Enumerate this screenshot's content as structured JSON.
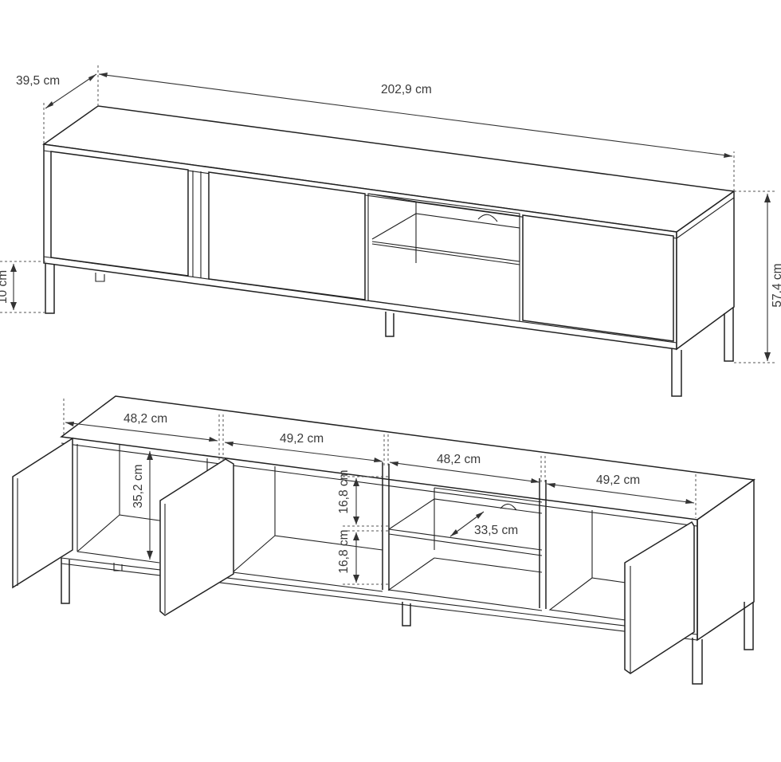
{
  "top_view": {
    "depth": "39,5 cm",
    "width": "202,9 cm",
    "height": "57,4 cm",
    "leg_height": "10 cm"
  },
  "bottom_view": {
    "compartment_1": "48,2 cm",
    "compartment_2": "49,2 cm",
    "compartment_3": "48,2 cm",
    "compartment_4": "49,2 cm",
    "shelf_height": "35,2 cm",
    "upper_height": "16,8 cm",
    "lower_height": "16,8 cm",
    "inner_depth": "33,5 cm"
  },
  "colors": {
    "line": "#222222",
    "text": "#3a3a3a",
    "background": "#ffffff"
  }
}
